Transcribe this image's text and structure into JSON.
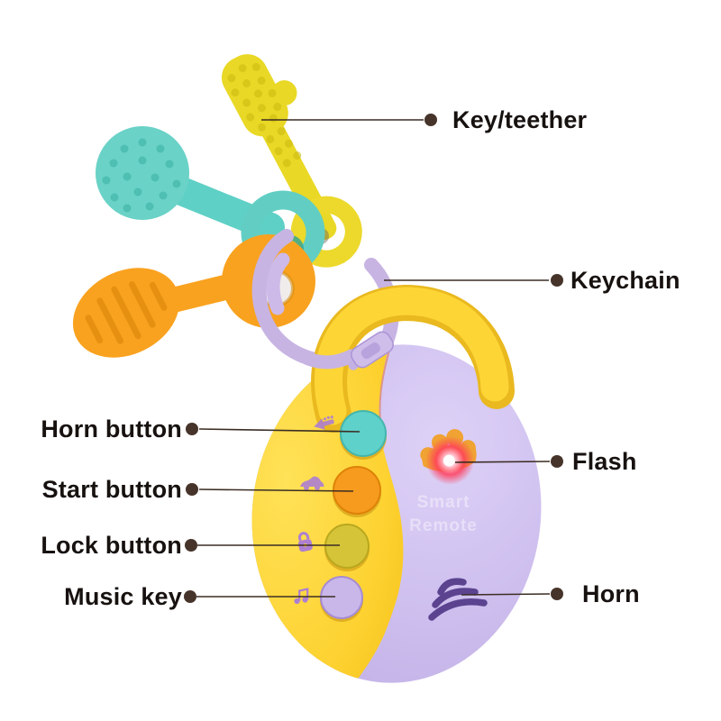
{
  "page": {
    "kind": "annotated toy product diagram",
    "background": "#ffffff"
  },
  "callouts": {
    "key_teether": "Key/teether",
    "keychain": "Keychain",
    "horn_button": "Horn button",
    "start_button": "Start button",
    "lock_button": "Lock button",
    "music_key": "Music key",
    "flash": "Flash",
    "horn": "Horn"
  },
  "device": {
    "brand_line1": "Smart",
    "brand_line2": "Remote",
    "buttons": [
      {
        "label": "Horn button",
        "icon": "trumpet-icon",
        "color": "#5ed1ca"
      },
      {
        "label": "Start button",
        "icon": "car-icon",
        "color": "#f79b1e"
      },
      {
        "label": "Lock button",
        "icon": "lock-icon",
        "color": "#d5c437"
      },
      {
        "label": "Music key",
        "icon": "music-note-icon",
        "color": "#c9b7e9"
      }
    ],
    "features": [
      {
        "label": "Flash",
        "icon": "crown-flash-icon",
        "glow_color": "#ff4d63"
      },
      {
        "label": "Horn",
        "icon": "sound-waves-icon",
        "color": "#5b4390"
      }
    ]
  },
  "colors": {
    "key_yellow": "#e9d825",
    "key_teal": "#68d1c6",
    "key_orange": "#f9a21f",
    "keychain_purple": "#c7b4e3",
    "remote_yellow": "#fcd22f",
    "remote_lavender": "#cbbcee",
    "speaker_arcs": "#5b4390",
    "printed_icons": "#ad7fd2",
    "callout_ink": "#3c2d23"
  }
}
